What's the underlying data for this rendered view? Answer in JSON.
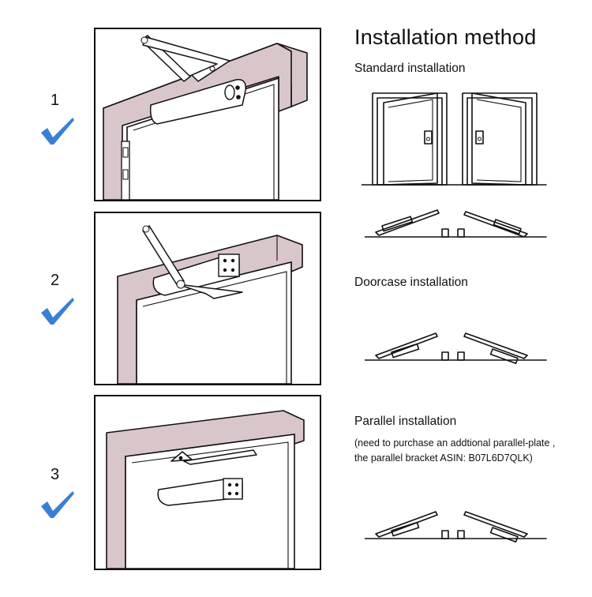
{
  "steps": [
    {
      "number": "1",
      "check_icon": "checkmark-icon"
    },
    {
      "number": "2",
      "check_icon": "checkmark-icon"
    },
    {
      "number": "3",
      "check_icon": "checkmark-icon"
    }
  ],
  "heading": "Installation method",
  "sections": {
    "standard": "Standard installation",
    "doorcase": "Doorcase installation",
    "parallel": "Parallel installation"
  },
  "parallel_note": {
    "line1": "(need to purchase an addtional parallel-plate ,",
    "line2": "the parallel bracket ASIN: B07L6D7QLK)"
  },
  "colors": {
    "accent_check": "#3b7fd4",
    "frame_fill": "#d9c6cb",
    "outline": "#111111"
  }
}
